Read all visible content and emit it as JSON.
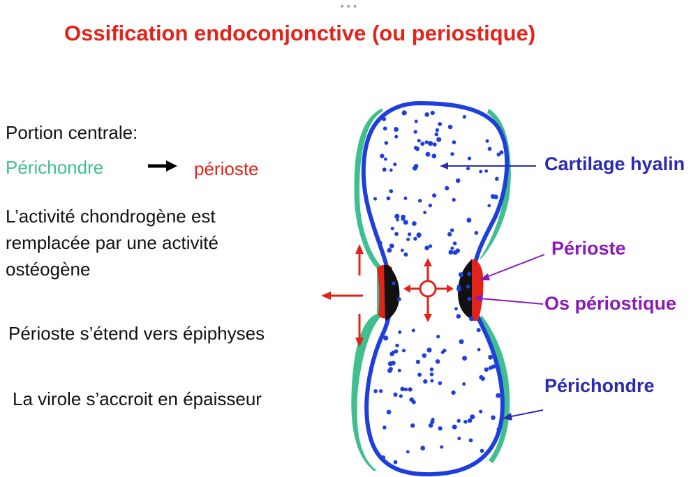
{
  "window": {
    "handle_glyph": "•••"
  },
  "title": "Ossification endoconjonctive (ou periostique)",
  "left_text": {
    "portion": "Portion centrale:",
    "perichondre": "Périchondre",
    "perioste": "périoste",
    "activite_line1": "L’activité chondrogène est",
    "activite_line2": "remplacée par une activité",
    "activite_line3": "ostéogène",
    "etend": "Périoste s’étend vers épiphyses",
    "virole": "La virole s’accroit en épaisseur"
  },
  "labels": {
    "cartilage": "Cartilage hyalin",
    "perioste": "Périoste",
    "os_periostique": "Os périostique",
    "perichondre": "Périchondre"
  },
  "colors": {
    "title": "#e2231a",
    "perichondre_green": "#3fbf8e",
    "perioste_red": "#e2231a",
    "cartilage_blue": "#1f3fdc",
    "label_blue": "#2a2bb0",
    "label_purple": "#8a1bb8"
  }
}
